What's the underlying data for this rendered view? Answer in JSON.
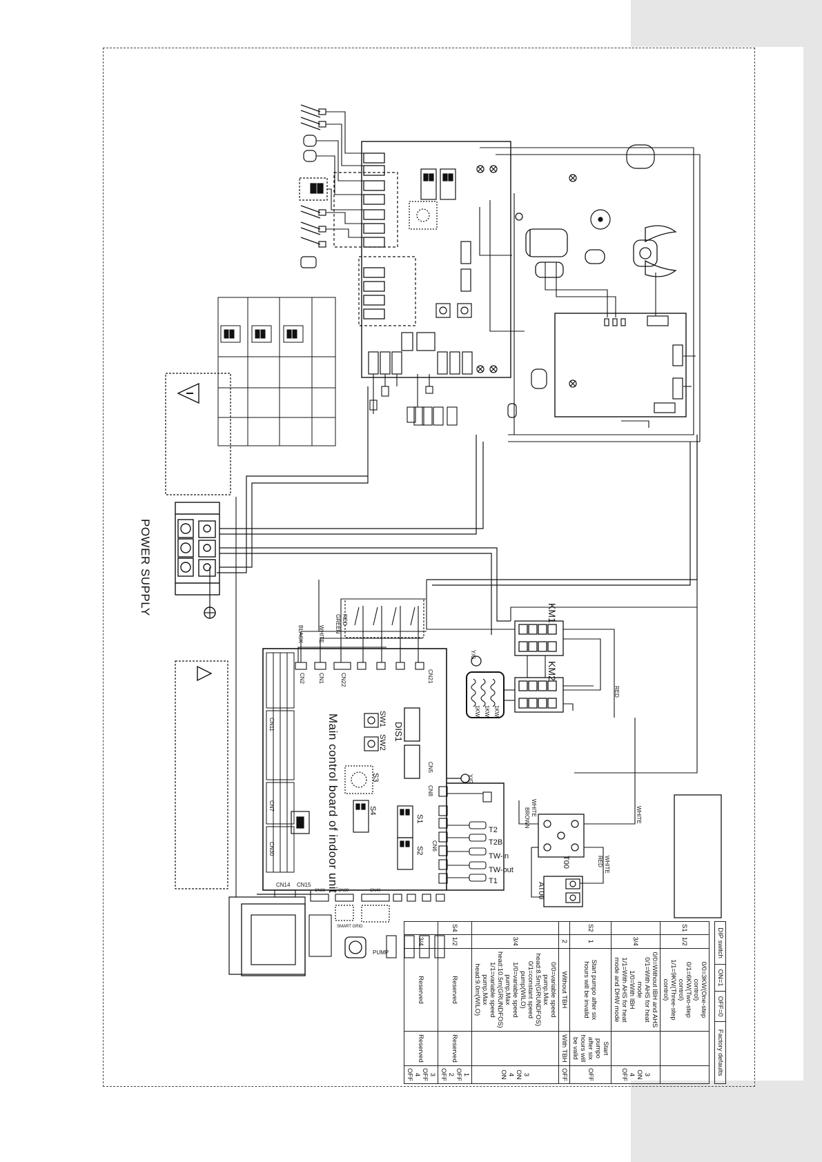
{
  "power_supply": {
    "label": "POWER SUPPLY"
  },
  "main_board": {
    "title": "Main control board of indoor unit",
    "switch_labels": [
      "SW1",
      "SW2",
      "DIS1",
      "S3",
      "S4",
      "S1",
      "S2"
    ],
    "connector_labels": [
      "CN2",
      "CN1",
      "CN22",
      "CN21",
      "CN11",
      "CN7",
      "CN30",
      "CN14",
      "CN15",
      "CN6",
      "CN8",
      "CN5"
    ],
    "sensor_labels": [
      "T2",
      "T2B",
      "TW-in",
      "TW-out",
      "T1"
    ],
    "pump_label": "PUMP",
    "smart_grid_label": "SMART GRID",
    "bottom_connector_labels": [
      "CN36",
      "CN39",
      "CN40"
    ]
  },
  "contactors": {
    "km1": "KM1",
    "km2": "KM2"
  },
  "heater": {
    "label": "Y/G",
    "stage_labels": [
      "1KW",
      "1KW",
      "1KW"
    ]
  },
  "wire_colors": {
    "black": "BLACK",
    "white": "WHITE",
    "red": "RED",
    "green": "GREEN",
    "brown": "BROWN",
    "yg": "Y/G"
  },
  "t00": {
    "label": "T00"
  },
  "at00": {
    "label": "AT00"
  },
  "dip_table": {
    "headers": [
      "DIP switch",
      "ON=1",
      "OFF=0",
      "Factory defaults"
    ],
    "rows": [
      {
        "group": "S1",
        "sub": "1/2",
        "on": "0/0=3KW(One-step control)\n0/1=6KW(Two-step control)\n1/1=9KW(Three-step control)",
        "off": "",
        "default": ""
      },
      {
        "group": "",
        "sub": "3/4",
        "on": "0/0=Without IBH and AHS\n0/1=With AHS for heat mode\n1/0=With IBH\n1/1=With AHS for heat mode and DHW mode",
        "off": "",
        "default": "3 ON\n4 OFF"
      },
      {
        "group": "S2",
        "sub": "1",
        "on": "Start pumpo after six hours will be invalid",
        "off": "Start pumpo after six hours will be valid",
        "default": "OFF"
      },
      {
        "group": "",
        "sub": "2",
        "on": "Without TBH",
        "off": "With TBH",
        "default": "OFF"
      },
      {
        "group": "",
        "sub": "3/4",
        "on": "0/0=variable speed pump,Max head:8.5m(GRUNDFOS)\n0/1=constant speed pump(WILO)\n1/0=variable speed pump,Max head:10.5m(GRUNDFOS)\n1/1=variable speed pump,Max head:9.0m(WILO)",
        "off": "",
        "default": "3 ON\n4 ON"
      },
      {
        "group": "S4",
        "sub": "1/2",
        "on": "Reserved",
        "off": "Reserved",
        "default": "1 OFF\n2 OFF"
      },
      {
        "group": "",
        "sub": "3/4",
        "on": "Reserved",
        "off": "Reserved",
        "default": "3 OFF\n4 OFF"
      }
    ]
  }
}
